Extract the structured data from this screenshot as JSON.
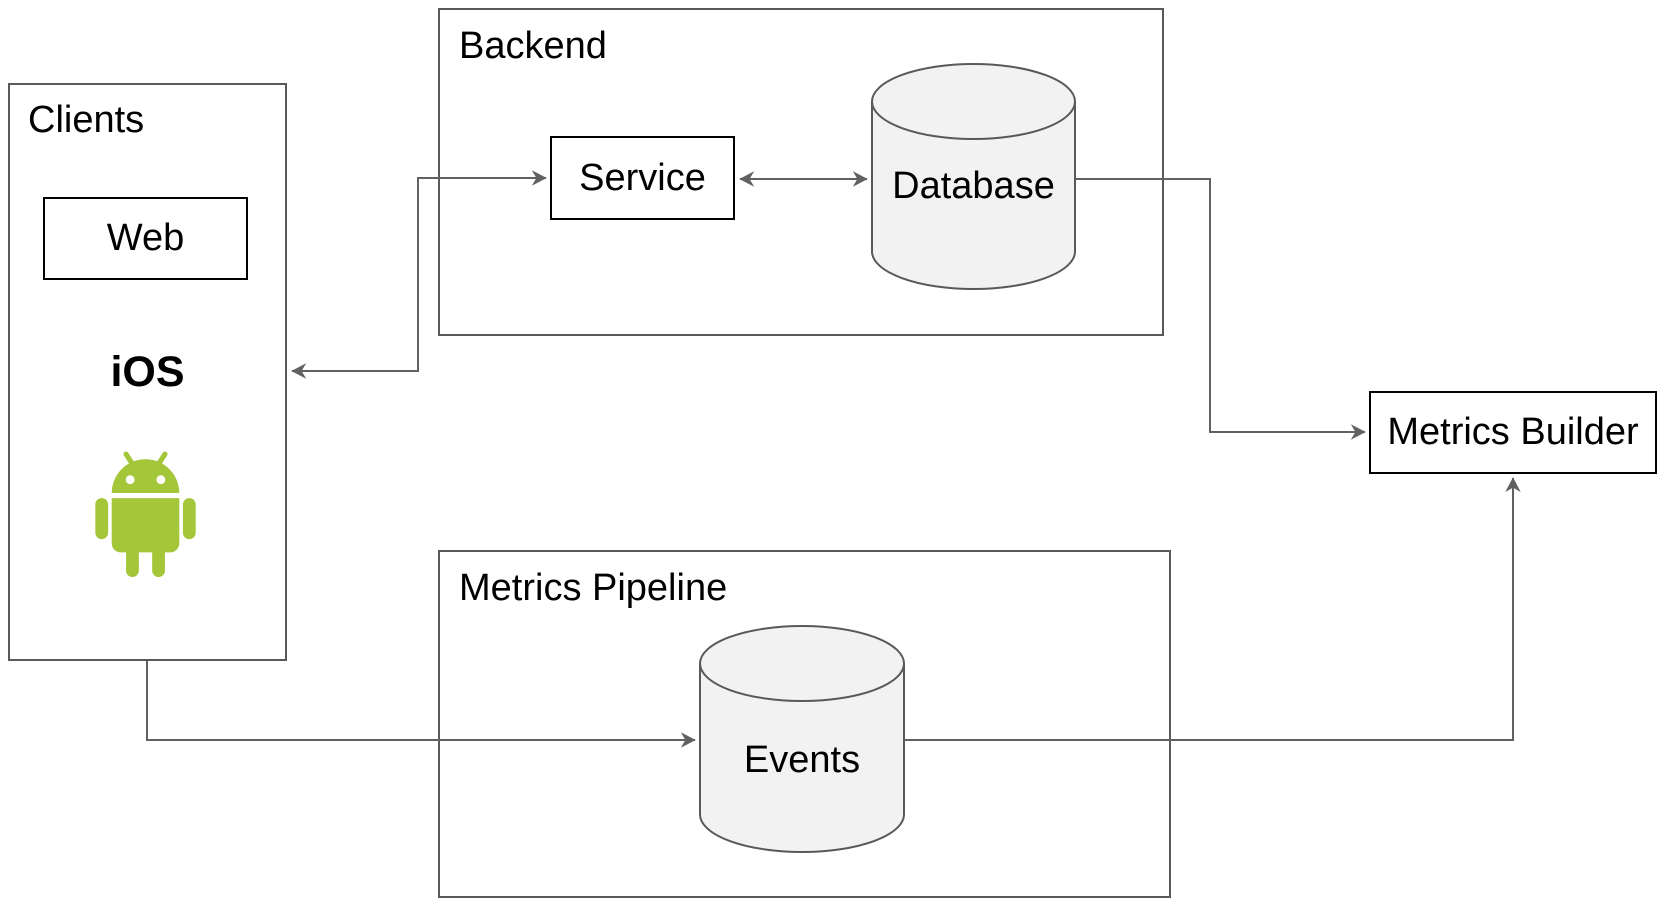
{
  "diagram": {
    "containers": {
      "clients": {
        "label": "Clients"
      },
      "backend": {
        "label": "Backend"
      },
      "metrics_pipeline": {
        "label": "Metrics Pipeline"
      }
    },
    "nodes": {
      "web": {
        "label": "Web",
        "shape": "rectangle"
      },
      "ios": {
        "label": "iOS",
        "shape": "text"
      },
      "android": {
        "icon": "android-robot-icon"
      },
      "service": {
        "label": "Service",
        "shape": "rectangle"
      },
      "database": {
        "label": "Database",
        "shape": "cylinder"
      },
      "events": {
        "label": "Events",
        "shape": "cylinder"
      },
      "metrics_builder": {
        "label": "Metrics Builder",
        "shape": "rectangle"
      }
    },
    "edges": [
      {
        "from": "Clients",
        "to": "Service",
        "direction": "bidirectional"
      },
      {
        "from": "Service",
        "to": "Database",
        "direction": "bidirectional"
      },
      {
        "from": "Database",
        "to": "Metrics Builder",
        "direction": "forward"
      },
      {
        "from": "Clients",
        "to": "Events",
        "direction": "forward"
      },
      {
        "from": "Events",
        "to": "Metrics Builder",
        "direction": "forward"
      }
    ],
    "colors": {
      "background": "#ffffff",
      "container_border": "#595959",
      "node_border": "#000000",
      "connector": "#616161",
      "cylinder_fill": "#f2f2f2",
      "android_green": "#A4C639"
    }
  }
}
